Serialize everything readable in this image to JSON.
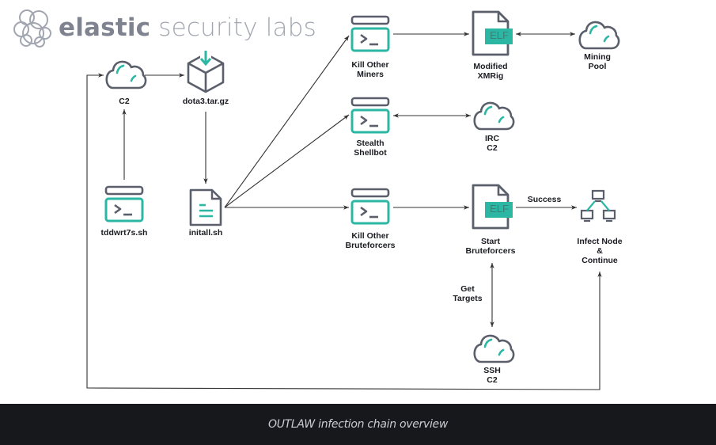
{
  "logo": {
    "brand": "elastic",
    "suffix": " security labs"
  },
  "colors": {
    "accent": "#2cb7a5",
    "stroke": "#5a5f6b",
    "arrow": "#333333",
    "caption_bg": "#17181c"
  },
  "nodes": {
    "c2": {
      "label": "C2",
      "icon": "cloud-icon"
    },
    "dota3": {
      "label": "dota3.tar.gz",
      "icon": "package-download-icon"
    },
    "tddwrt7s": {
      "label": "tddwrt7s.sh",
      "icon": "terminal-icon"
    },
    "initall": {
      "label": "initall.sh",
      "icon": "document-icon"
    },
    "kill_miners": {
      "label": "Kill Other\nMiners",
      "icon": "terminal-icon"
    },
    "shellbot": {
      "label": "Stealth\nShellbot",
      "icon": "terminal-icon"
    },
    "kill_brute": {
      "label": "Kill Other\nBruteforcers",
      "icon": "terminal-icon"
    },
    "xmrig": {
      "label": "Modified\nXMRig",
      "icon": "elf-file-icon",
      "badge": "ELF"
    },
    "mining_pool": {
      "label": "Mining\nPool",
      "icon": "cloud-icon"
    },
    "irc_c2": {
      "label": "IRC\nC2",
      "icon": "cloud-icon"
    },
    "start_brute": {
      "label": "Start\nBruteforcers",
      "icon": "elf-file-icon",
      "badge": "ELF"
    },
    "infect_node": {
      "label": "Infect Node\n&\nContinue",
      "icon": "network-icon"
    },
    "ssh_c2": {
      "label": "SSH\nC2",
      "icon": "cloud-icon"
    }
  },
  "edges": {
    "success": {
      "label": "Success"
    },
    "get_targets": {
      "label": "Get\nTargets"
    }
  },
  "caption": "OUTLAW infection chain overview"
}
